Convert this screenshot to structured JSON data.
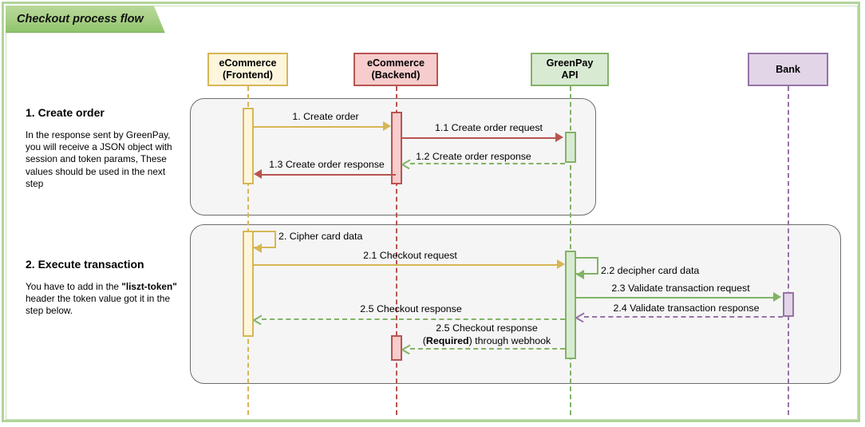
{
  "diagram": {
    "title": "Checkout process flow",
    "type": "sequence-diagram"
  },
  "participants": [
    {
      "id": "frontend",
      "label_line1": "eCommerce",
      "label_line2": "(Frontend)",
      "color": "#d6b656",
      "fill": "#fdf6dc"
    },
    {
      "id": "backend",
      "label_line1": "eCommerce",
      "label_line2": "(Backend)",
      "color": "#b85450",
      "fill": "#f6cccc"
    },
    {
      "id": "greenpay",
      "label_line1": "GreenPay",
      "label_line2": "API",
      "color": "#82b366",
      "fill": "#d9ead3"
    },
    {
      "id": "bank",
      "label_line1": "Bank",
      "label_line2": "",
      "color": "#9673a6",
      "fill": "#e1d5e7"
    }
  ],
  "sections": [
    {
      "id": "create-order",
      "heading": "1. Create order",
      "description": "In the response sent by GreenPay, you will receive a JSON object with session and token params, These values should be used in the next step"
    },
    {
      "id": "execute-transaction",
      "heading": "2. Execute transaction",
      "description_pre": "You have to add in the ",
      "description_bold": "\"liszt-token\"",
      "description_post": " header the token value got it in the step below."
    }
  ],
  "messages": [
    {
      "id": "m1",
      "label": "1. Create order",
      "from": "frontend",
      "to": "backend",
      "style": "solid",
      "color": "#d6b656"
    },
    {
      "id": "m1_1",
      "label": "1.1 Create order request",
      "from": "backend",
      "to": "greenpay",
      "style": "solid",
      "color": "#b85450"
    },
    {
      "id": "m1_2",
      "label": "1.2 Create order response",
      "from": "greenpay",
      "to": "backend",
      "style": "dashed",
      "color": "#82b366"
    },
    {
      "id": "m1_3",
      "label": "1.3 Create order response",
      "from": "backend",
      "to": "frontend",
      "style": "solid",
      "color": "#b85450"
    },
    {
      "id": "m2",
      "label": "2. Cipher card data",
      "from": "frontend",
      "to": "frontend",
      "style": "solid",
      "color": "#d6b656"
    },
    {
      "id": "m2_1",
      "label": "2.1 Checkout request",
      "from": "frontend",
      "to": "greenpay",
      "style": "solid",
      "color": "#d6b656"
    },
    {
      "id": "m2_2",
      "label": "2.2 decipher card data",
      "from": "greenpay",
      "to": "greenpay",
      "style": "solid",
      "color": "#82b366"
    },
    {
      "id": "m2_3",
      "label": "2.3 Validate transaction request",
      "from": "greenpay",
      "to": "bank",
      "style": "solid",
      "color": "#82b366"
    },
    {
      "id": "m2_4",
      "label": "2.4 Validate transaction response",
      "from": "bank",
      "to": "greenpay",
      "style": "dashed",
      "color": "#9673a6"
    },
    {
      "id": "m2_5",
      "label": "2.5 Checkout response",
      "from": "greenpay",
      "to": "frontend",
      "style": "dashed",
      "color": "#82b366"
    },
    {
      "id": "m2_5b_line1",
      "label": "2.5 Checkout response",
      "from": "greenpay",
      "to": "backend",
      "style": "dashed",
      "color": "#82b366"
    },
    {
      "id": "m2_5b_line2_pre",
      "label": "("
    },
    {
      "id": "m2_5b_line2_bold",
      "label": "Required"
    },
    {
      "id": "m2_5b_line2_post",
      "label": ") through webhook"
    }
  ]
}
